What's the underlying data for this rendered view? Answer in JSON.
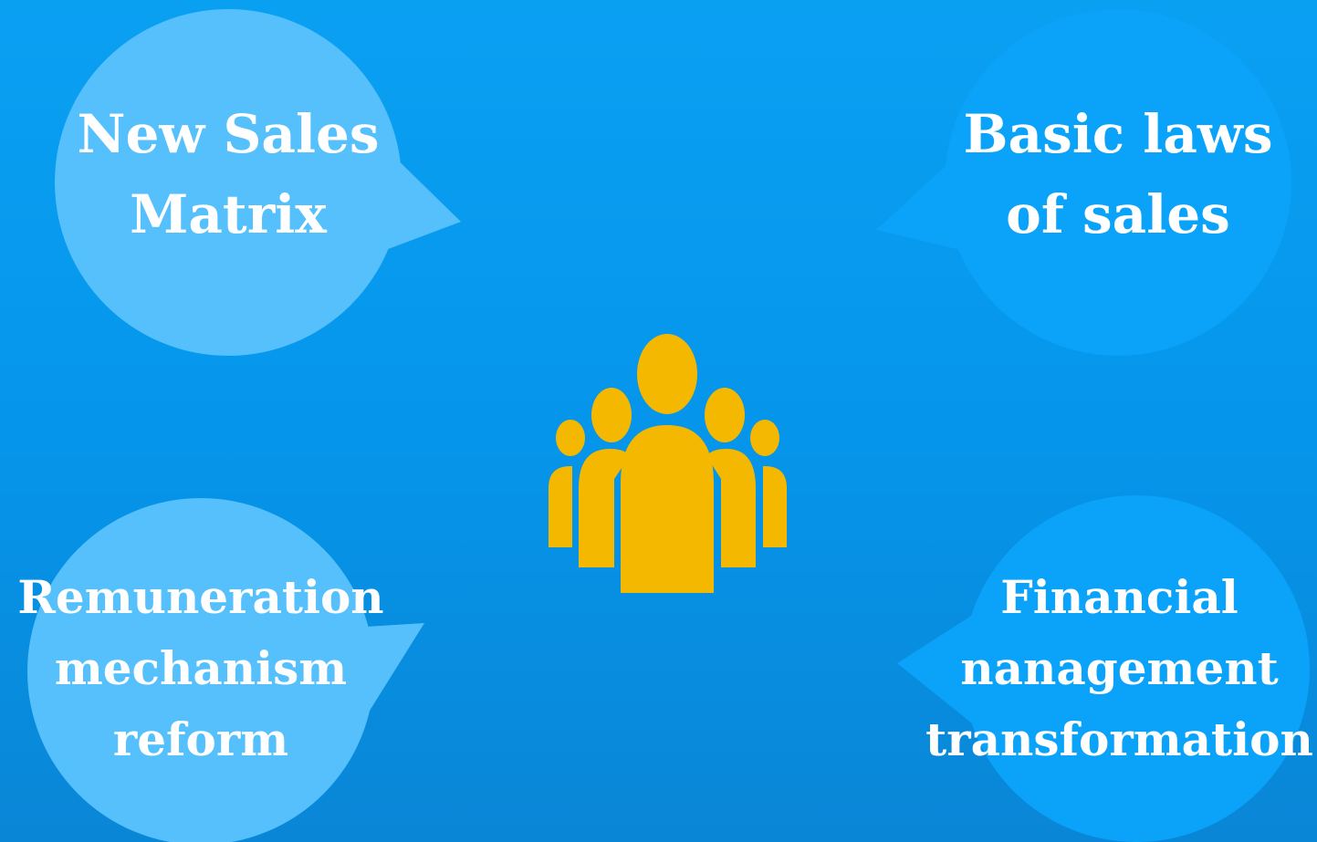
{
  "colors": {
    "background": "#0596eb",
    "bubble_light": "#55c0fb",
    "bubble_bright": "#0aa3f9",
    "icon": "#f5b800",
    "text": "#ffffff"
  },
  "center_icon": "people-group-icon",
  "bubbles": [
    {
      "lines": [
        "New Sales",
        "Matrix"
      ]
    },
    {
      "lines": [
        "Basic laws",
        "of sales"
      ]
    },
    {
      "lines": [
        "Remuneration",
        "mechanism",
        "reform"
      ]
    },
    {
      "lines": [
        "Financial",
        "nanagement",
        "transformation"
      ]
    }
  ]
}
